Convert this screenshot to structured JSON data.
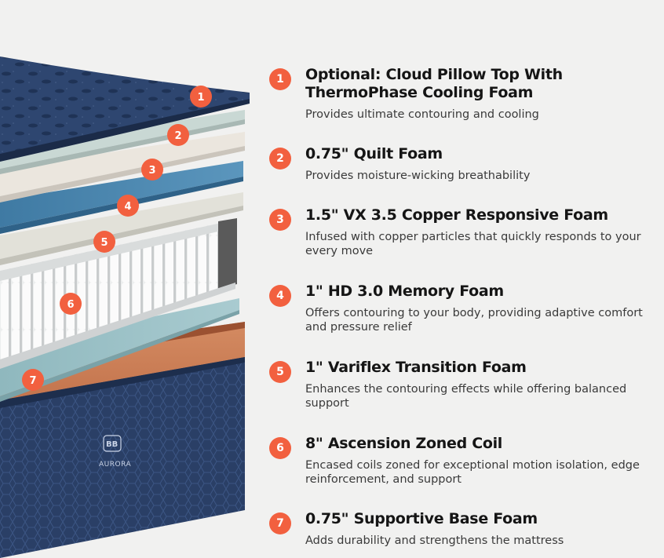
{
  "product": {
    "brand_name": "AURORA",
    "brand_monogram": "BB"
  },
  "colors": {
    "accent": "#f2603f",
    "heading": "#151515",
    "body_text": "#3a3a3a",
    "background": "#f1f1f0",
    "cover_navy": "#2c4168",
    "copper": "#c8764d",
    "teal_foam": "#9fc3c8",
    "blue_foam": "#4f8ab0"
  },
  "markers": [
    "1",
    "2",
    "3",
    "4",
    "5",
    "6",
    "7"
  ],
  "features": [
    {
      "number": "1",
      "title": "Optional: Cloud Pillow Top With ThermoPhase Cooling Foam",
      "description": "Provides ultimate contouring and cooling"
    },
    {
      "number": "2",
      "title": "0.75\" Quilt Foam",
      "description": "Provides moisture-wicking breathability"
    },
    {
      "number": "3",
      "title": "1.5\" VX 3.5 Copper Responsive Foam",
      "description": "Infused with copper particles that quickly responds to your every move"
    },
    {
      "number": "4",
      "title": "1\" HD 3.0 Memory Foam",
      "description": "Offers contouring to your body, providing adaptive comfort and pressure relief"
    },
    {
      "number": "5",
      "title": "1\" Variflex Transition Foam",
      "description": "Enhances the contouring effects while offering balanced support"
    },
    {
      "number": "6",
      "title": "8\" Ascension Zoned Coil",
      "description": "Encased coils zoned for exceptional motion isolation, edge reinforcement, and support"
    },
    {
      "number": "7",
      "title": "0.75\" Supportive Base Foam",
      "description": "Adds durability and strengthens the mattress"
    }
  ]
}
